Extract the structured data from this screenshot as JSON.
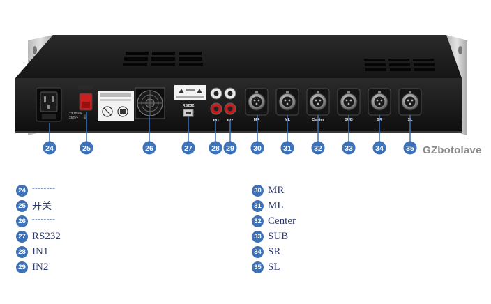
{
  "panel": {
    "rs232_label": "RS232",
    "in1_label": "IN1",
    "in2_label": "IN2",
    "xlr_labels": [
      "MR",
      "ML",
      "Center",
      "SUB",
      "SR",
      "SL"
    ],
    "power_rating": "T3.15mAL 250V~"
  },
  "callouts": [
    "24",
    "25",
    "26",
    "27",
    "28",
    "29",
    "30",
    "31",
    "32",
    "33",
    "34",
    "35"
  ],
  "watermark": "GZbotolave",
  "legend_left": [
    {
      "num": "24",
      "text": "--------"
    },
    {
      "num": "25",
      "text": "开关"
    },
    {
      "num": "26",
      "text": "--------"
    },
    {
      "num": "27",
      "text": "RS232"
    },
    {
      "num": "28",
      "text": "IN1"
    },
    {
      "num": "29",
      "text": "IN2"
    }
  ],
  "legend_right": [
    {
      "num": "30",
      "text": "MR"
    },
    {
      "num": "31",
      "text": "ML"
    },
    {
      "num": "32",
      "text": "Center"
    },
    {
      "num": "33",
      "text": "SUB"
    },
    {
      "num": "34",
      "text": "SR"
    },
    {
      "num": "35",
      "text": "SL"
    }
  ],
  "colors": {
    "badge": "#3d72b8",
    "legend_text": "#2f3a6e",
    "chassis": "#1e1e1e",
    "rack_ear": "#c8c8c8"
  }
}
